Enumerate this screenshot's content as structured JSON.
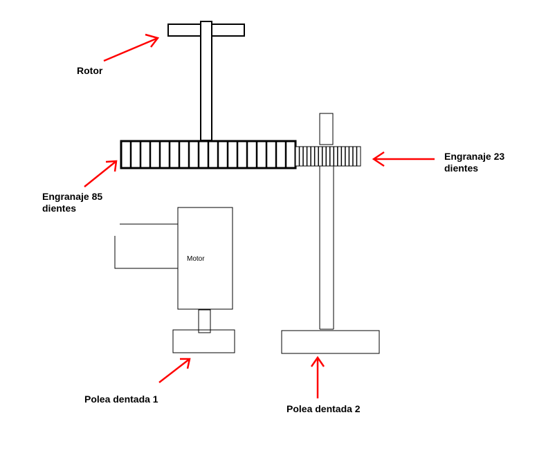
{
  "labels": {
    "rotor": "Rotor",
    "gear85_line1": "Engranaje 85",
    "gear85_line2": "dientes",
    "gear23_line1": "Engranaje 23",
    "gear23_line2": "dientes",
    "motor": "Motor",
    "pulley1": "Polea dentada 1",
    "pulley2": "Polea dentada 2"
  },
  "colors": {
    "arrow": "#ff0000",
    "stroke": "#000000"
  }
}
